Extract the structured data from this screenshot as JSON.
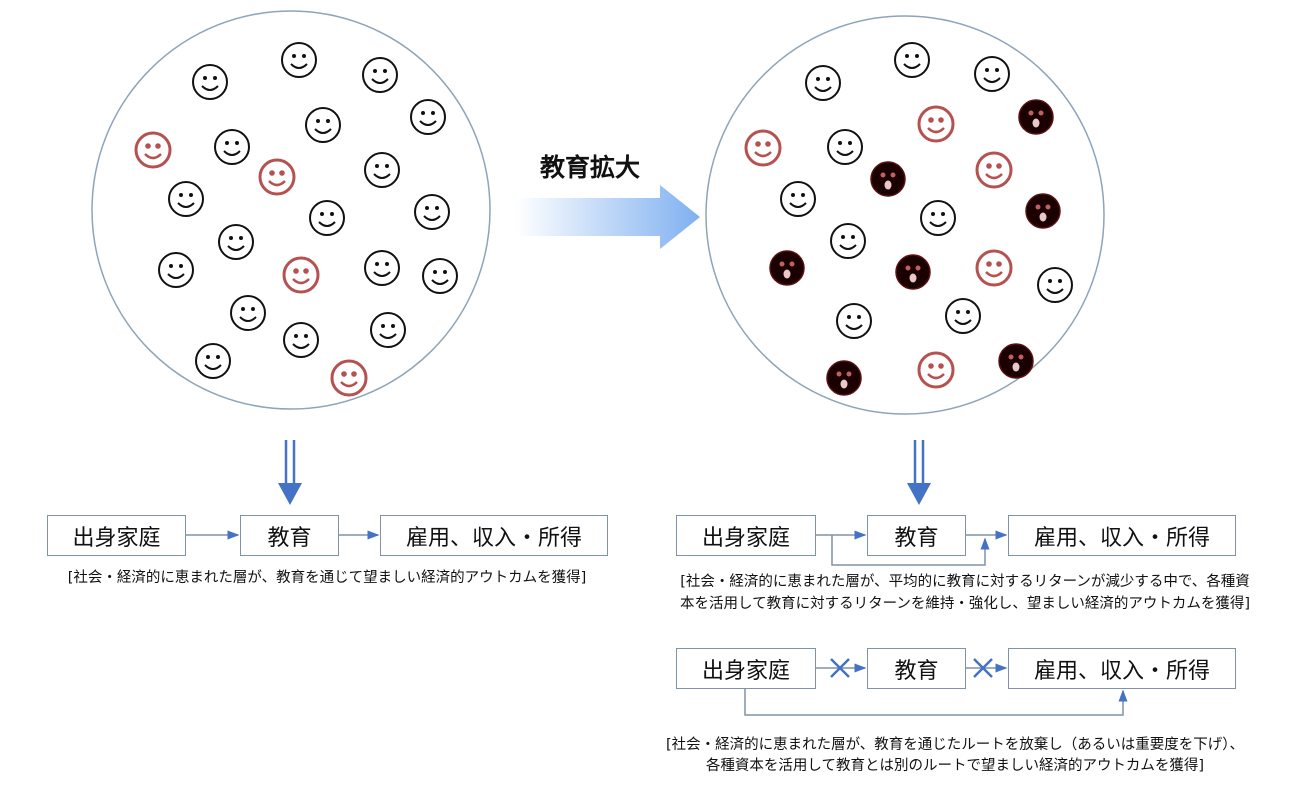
{
  "expansion_label": "教育拡大",
  "boxes": {
    "family": "出身家庭",
    "education": "教育",
    "employment": "雇用、収入・所得"
  },
  "captions": {
    "before": "[社会・経済的に恵まれた層が、教育を通じて望ましい経済的アウトカムを獲得]",
    "after_a_line1": "[社会・経済的に恵まれた層が、平均的に教育に対するリターンが減少する中で、各種資",
    "after_a_line2": "本を活用して教育に対するリターンを維持・強化し、望ましい経済的アウトカムを獲得]",
    "after_b_line1": "[社会・経済的に恵まれた層が、教育を通じたルートを放棄し（あるいは重要度を下げ）、",
    "after_b_line2": "各種資本を活用して教育とは別のルートで望ましい経済的アウトカムを獲得]"
  },
  "population_before": {
    "smiling_black": 18,
    "smiling_red": 4
  },
  "population_after": {
    "smiling_black": 10,
    "smiling_red": 5,
    "shocked": 7
  },
  "colors": {
    "black_face": "#111111",
    "red_face": "#b5514f",
    "shocked_face": "#1a0000",
    "arrow": "#4472c4",
    "circle": "#8ea4b8"
  }
}
